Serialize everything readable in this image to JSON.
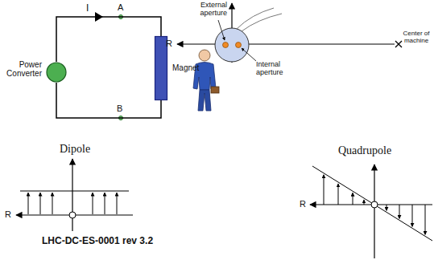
{
  "diagram": {
    "nodes": [
      {
        "text": [
          "Power Converter"
        ]
      },
      {
        "text": [
          "Magnet"
        ]
      }
    ],
    "edges": [
      {
        "from": 0,
        "to": 1,
        "arrow": "none",
        "label": "I"
      },
      {
        "from": 1,
        "to": 0,
        "arrow": "none"
      }
    ],
    "labels": [
      "A",
      "B",
      "External aperture",
      "R",
      "Center of machine",
      "Internal aperture",
      "Dipole",
      "R",
      "Quadrupole",
      "R",
      "LHC-DC-ES-0001 rev 3.2"
    ]
  }
}
